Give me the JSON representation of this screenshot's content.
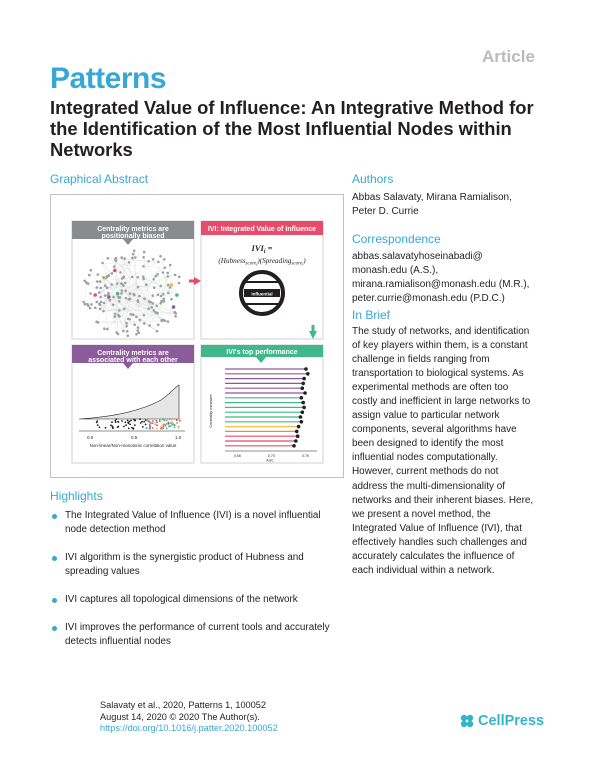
{
  "header": {
    "article_tag": "Article",
    "journal": "Patterns",
    "title": "Integrated Value of Influence: An Integrative Method for the Identification of the Most Influential Nodes within Networks"
  },
  "graphical_abstract": {
    "heading": "Graphical Abstract",
    "panel_top_left_title": "Centrality metrics are positionally biased",
    "panel_top_right_title": "IVI: Integrated Value of Influence",
    "formula_line1": "IVI",
    "formula_sub": "i",
    "formula_eq": " =",
    "formula_line2a": "(Hubness",
    "formula_line2b": "score",
    "formula_line2c": "i",
    "formula_line2d": ")(Spreading",
    "formula_line2e": "score",
    "formula_line2f": "i",
    "formula_line2g": ")",
    "panel_bottom_left_title": "Centrality metrics are associated with each other",
    "panel_bottom_left_xlabel": "Non-linear/Non-monotonic correlation value",
    "panel_bottom_left_ticks": [
      "0.0",
      "0.5",
      "1.0"
    ],
    "panel_bottom_right_title": "IVI's top performance",
    "panel_bottom_right_ylabel": "Centrality measure",
    "panel_bottom_right_xlabel": "AUC",
    "panel_bottom_right_ticks": [
      "0.65",
      "0.70",
      "0.75"
    ],
    "colors": {
      "gray_panel": "#8a8b8d",
      "pink_panel": "#e84c6b",
      "purple_panel": "#8c5b9c",
      "green_panel": "#3fb98a",
      "arrow": "#37a7d3"
    }
  },
  "authors": {
    "heading": "Authors",
    "names": [
      "Abbas Salavaty, Mirana Ramialison,",
      "Peter D. Currie"
    ]
  },
  "correspondence": {
    "heading": "Correspondence",
    "lines": [
      "abbas.salavatyhoseinabadi@",
      "monash.edu (A.S.),",
      "mirana.ramialison@monash.edu (M.R.),",
      "peter.currie@monash.edu (P.D.C.)"
    ]
  },
  "in_brief": {
    "heading": "In Brief",
    "lines": [
      "The study of networks, and identification",
      "of key players within them, is a constant",
      "challenge in fields ranging from",
      "transportation to biological systems. As",
      "experimental methods are often too",
      "costly and inefficient in large networks to",
      "assign value to particular network",
      "components, several algorithms have",
      "been designed to identify the most",
      "influential nodes computationally.",
      "However, current methods do not",
      "address the multi-dimensionality of",
      "networks and their inherent biases. Here,",
      "we present a novel method, the",
      "Integrated Value of Influence (IVI), that",
      "effectively handles such challenges and",
      "accurately calculates the influence of",
      "each individual within a network."
    ]
  },
  "highlights": {
    "heading": "Highlights",
    "items": [
      [
        "The Integrated Value of Influence (IVI) is a novel influential",
        "node detection method"
      ],
      [
        "IVI algorithm is the synergistic product of Hubness and",
        "spreading values"
      ],
      [
        "IVI captures all topological dimensions of the network"
      ],
      [
        "IVI improves the performance of current tools and accurately",
        "detects influential nodes"
      ]
    ]
  },
  "citation": {
    "line1": "Salavaty et al., 2020, Patterns 1, 100052",
    "line2": "August 14, 2020 © 2020 The Author(s).",
    "doi": "https://doi.org/10.1016/j.patter.2020.100052"
  },
  "publisher": {
    "name": "CellPress"
  }
}
